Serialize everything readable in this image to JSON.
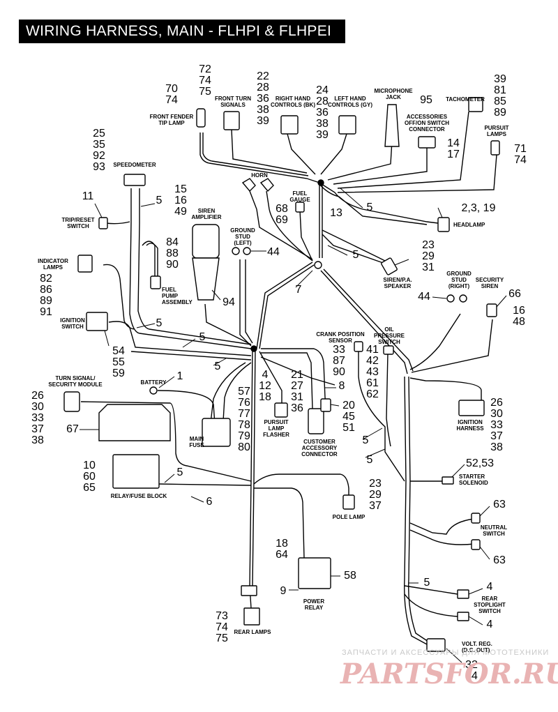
{
  "title": "WIRING HARNESS, MAIN - FLHPI & FLHPEI",
  "watermark": {
    "line1": "ЗАПЧАСТИ И АКСЕССУАРЫ ДЛЯ МОТОТЕХНИКИ",
    "line2": "PARTSFOR.RU"
  },
  "components": {
    "front_fender_tip_lamp": [
      "FRONT FENDER",
      "TIP LAMP"
    ],
    "front_turn_signals": [
      "FRONT TURN",
      "SIGNALS"
    ],
    "right_hand_controls": [
      "RIGHT HAND",
      "CONTROLS (BK)"
    ],
    "left_hand_controls": [
      "LEFT HAND",
      "CONTROLS (GY)"
    ],
    "microphone_jack": [
      "MICROPHONE",
      "JACK"
    ],
    "tachometer": [
      "TACHOMETER"
    ],
    "accessories_switch": [
      "ACCESSORIES",
      "OFF/ON SWITCH",
      "CONNECTOR"
    ],
    "pursuit_lamps": [
      "PURSUIT",
      "LAMPS"
    ],
    "speedometer": [
      "SPEEDOMETER"
    ],
    "trip_reset_switch": [
      "TRIP/RESET",
      "SWITCH"
    ],
    "horn": [
      "HORN"
    ],
    "fuel_gauge": [
      "FUEL",
      "GAUGE"
    ],
    "siren_amplifier": [
      "SIREN",
      "AMPLIFIER"
    ],
    "ground_stud_left": [
      "GROUND",
      "STUD",
      "(LEFT)"
    ],
    "headlamp": [
      "HEADLAMP"
    ],
    "indicator_lamps": [
      "INDICATOR",
      "LAMPS"
    ],
    "fuel_pump_assembly": [
      "FUEL",
      "PUMP",
      "ASSEMBLY"
    ],
    "siren_pa_speaker": [
      "SIREN/P.A.",
      "SPEAKER"
    ],
    "ground_stud_right": [
      "GROUND",
      "STUD",
      "(RIGHT)"
    ],
    "security_siren": [
      "SECURITY",
      "SIREN"
    ],
    "ignition_switch": [
      "IGNITION",
      "SWITCH"
    ],
    "crank_position_sensor": [
      "CRANK POSITION",
      "SENSOR"
    ],
    "oil_pressure_switch": [
      "OIL",
      "PRESSURE",
      "SWITCH"
    ],
    "turn_signal_module": [
      "TURN SIGNAL/",
      "SECURITY MODULE"
    ],
    "battery": [
      "BATTERY"
    ],
    "main_fuse": [
      "MAIN",
      "FUSE"
    ],
    "pursuit_lamp_flasher": [
      "PURSUIT",
      "LAMP",
      "FLASHER"
    ],
    "customer_accessory_connector": [
      "CUSTOMER",
      "ACCESSORY",
      "CONNECTOR"
    ],
    "ignition_harness": [
      "IGNITION",
      "HARNESS"
    ],
    "relay_fuse_block": [
      "RELAY/FUSE BLOCK"
    ],
    "starter_solenoid": [
      "STARTER",
      "SOLENOID"
    ],
    "pole_lamp": [
      "POLE LAMP"
    ],
    "neutral_switch": [
      "NEUTRAL",
      "SWITCH"
    ],
    "rear_stoplight_switch": [
      "REAR",
      "STOPLIGHT",
      "SWITCH"
    ],
    "power_relay": [
      "POWER",
      "RELAY"
    ],
    "rear_lamps": [
      "REAR LAMPS"
    ],
    "volt_reg": [
      "VOLT. REG.",
      "(D.C. OUT)"
    ]
  },
  "callouts": {
    "c70_74": [
      "70",
      "74"
    ],
    "c72_75": [
      "72",
      "74",
      "75"
    ],
    "c22_39": [
      "22",
      "28",
      "36",
      "38",
      "39"
    ],
    "c24_39": [
      "24",
      "28",
      "36",
      "38",
      "39"
    ],
    "c95": [
      "95"
    ],
    "c39_89": [
      "39",
      "81",
      "85",
      "89"
    ],
    "c14_17": [
      "14",
      "17"
    ],
    "c71_74": [
      "71",
      "74"
    ],
    "c25_93": [
      "25",
      "35",
      "92",
      "93"
    ],
    "c11": [
      "11"
    ],
    "c5_speedo": [
      "5"
    ],
    "c15_49": [
      "15",
      "16",
      "49"
    ],
    "c68_69": [
      "68",
      "69"
    ],
    "c13": [
      "13"
    ],
    "c5_top": [
      "5"
    ],
    "c2_3_19": [
      "2,3, 19"
    ],
    "c84_90": [
      "84",
      "88",
      "90"
    ],
    "c44_left": [
      "44"
    ],
    "c5_mid": [
      "5"
    ],
    "c23_31_top": [
      "23",
      "29",
      "31"
    ],
    "c82_91": [
      "82",
      "86",
      "89",
      "91"
    ],
    "c94": [
      "94"
    ],
    "c7": [
      "7"
    ],
    "c44_right": [
      "44"
    ],
    "c66": [
      "66"
    ],
    "c16_48": [
      "16",
      "48"
    ],
    "c5_ign": [
      "5"
    ],
    "c5_center": [
      "5"
    ],
    "c54_59": [
      "54",
      "55",
      "59"
    ],
    "c5_left": [
      "5"
    ],
    "c33_90": [
      "33",
      "87",
      "90"
    ],
    "c41_62": [
      "41",
      "42",
      "43",
      "61",
      "62"
    ],
    "c1": [
      "1"
    ],
    "c4_18": [
      "4",
      "12",
      "18"
    ],
    "c57_80": [
      "57",
      "76",
      "77",
      "78",
      "79",
      "80"
    ],
    "c21_36": [
      "21",
      "27",
      "31",
      "36"
    ],
    "c8": [
      "8"
    ],
    "c20_51": [
      "20",
      "45",
      "51"
    ],
    "c26_38_left": [
      "26",
      "30",
      "33",
      "37",
      "38"
    ],
    "c26_38_right": [
      "26",
      "30",
      "33",
      "37",
      "38"
    ],
    "c67": [
      "67"
    ],
    "c5_a": [
      "5"
    ],
    "c5_b": [
      "5"
    ],
    "c10_65": [
      "10",
      "60",
      "65"
    ],
    "c5_relay": [
      "5"
    ],
    "c52_53": [
      "52,53"
    ],
    "c6": [
      "6"
    ],
    "c23_37": [
      "23",
      "29",
      "37"
    ],
    "c63_top": [
      "63"
    ],
    "c63_bot": [
      "63"
    ],
    "c18_64": [
      "18",
      "64"
    ],
    "c9": [
      "9"
    ],
    "c58": [
      "58"
    ],
    "c5_lower": [
      "5"
    ],
    "c4_top": [
      "4"
    ],
    "c4_bot": [
      "4"
    ],
    "c73_75": [
      "73",
      "74",
      "75"
    ],
    "c32_34": [
      "32",
      "34"
    ]
  }
}
